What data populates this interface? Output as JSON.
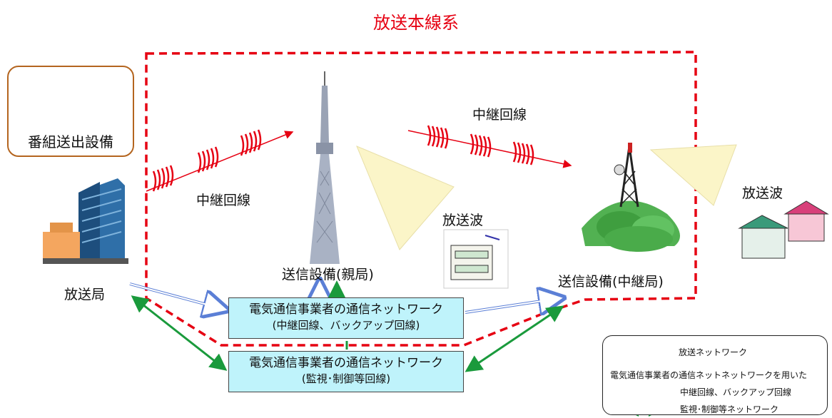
{
  "title": "放送本線系",
  "labels": {
    "program_equipment": "番組送出設備",
    "relay_line_left": "中継回線",
    "relay_line_top": "中継回線",
    "broadcast_wave_center": "放送波",
    "broadcast_wave_right": "放送波",
    "broadcast_station": "放送局",
    "transmitter_parent": "送信設備(親局)",
    "transmitter_relay": "送信設備(中継局)"
  },
  "network_boxes": [
    {
      "line1": "電気通信事業者の通信ネットワーク",
      "line2": "(中継回線、バックアップ回線)"
    },
    {
      "line1": "電気通信事業者の通信ネットワーク",
      "line2": "(監視･制御等回線)"
    }
  ],
  "legend": {
    "broadcast_network": "放送ネットワーク",
    "heading": "電気通信事業者の通信ネットネットワークを用いた",
    "relay_backup": "中継回線、バックアップ回線",
    "monitoring": "監視･制御等ネットワーク"
  },
  "colors": {
    "broadcast_red": "#e60012",
    "relay_blue": "#5b7fd6",
    "monitor_green": "#1a9a3c",
    "box_cyan": "#bff3fb",
    "beam_yellow": "#fbf5c8"
  }
}
